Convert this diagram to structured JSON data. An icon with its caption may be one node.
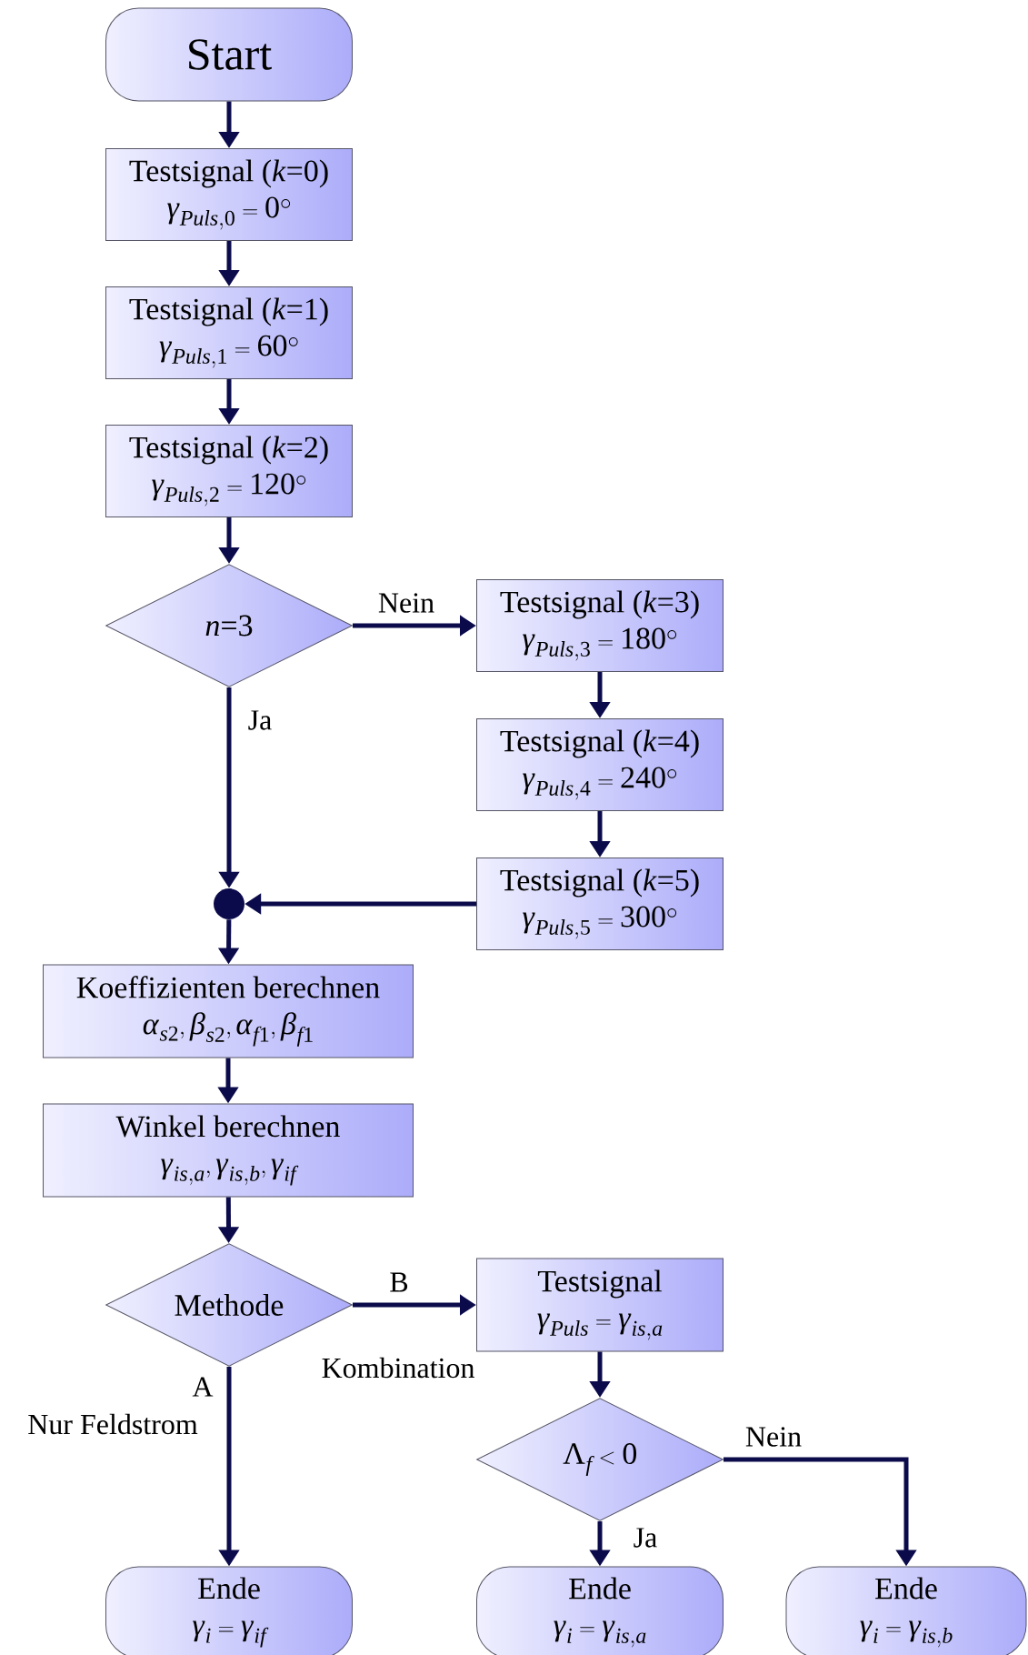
{
  "diagram": {
    "nodes": [
      {
        "text": [
          "Start"
        ]
      },
      {
        "text": [
          "Testsignal (*k*=0)",
          "\\gamma_{Puls,0}=0^{\\circ}"
        ]
      },
      {
        "text": [
          "Testsignal (*k*=1)",
          "\\gamma_{Puls,1}=60^{\\circ}"
        ]
      },
      {
        "text": [
          "Testsignal (*k*=2)",
          "\\gamma_{Puls,2}=120^{\\circ}"
        ]
      },
      {
        "text": [
          "*n*=3"
        ]
      },
      {
        "text": [
          "Testsignal (*k*=3)",
          "\\gamma_{Puls,3}=180^{\\circ}"
        ]
      },
      {
        "text": [
          "Testsignal (*k*=4)",
          "\\gamma_{Puls,4}=240^{\\circ}"
        ]
      },
      {
        "text": [
          "Testsignal (*k*=5)",
          "\\gamma_{Puls,5}=300^{\\circ}"
        ]
      },
      {
        "text": [],
        "shape": "circle"
      },
      {
        "text": [
          "Koeffizienten berechnen",
          "\\alpha_{s2}, \\beta_{s2}, \\alpha_{f1}, \\beta_{f1}"
        ]
      },
      {
        "text": [
          "Winkel berechnen",
          "\\gamma_{is,a}, \\gamma_{is,b}, \\gamma_{if}"
        ]
      },
      {
        "text": [
          "Methode"
        ]
      },
      {
        "text": [
          "Testsignal",
          "\\gamma_{Puls}=\\gamma_{is,a}"
        ]
      },
      {
        "text": [
          "\\Lambda_{f}<0"
        ]
      },
      {
        "text": [
          "Ende",
          "\\gamma_{i}=\\gamma_{if}"
        ]
      },
      {
        "text": [
          "Ende",
          "\\gamma_{i}=\\gamma_{is,a}"
        ]
      },
      {
        "text": [
          "Ende",
          "\\gamma_{i}=\\gamma_{is,b}"
        ]
      }
    ],
    "edges": [
      {
        "from": 0,
        "to": 1,
        "arrow": "to"
      },
      {
        "from": 1,
        "to": 2,
        "arrow": "to"
      },
      {
        "from": 2,
        "to": 3,
        "arrow": "to"
      },
      {
        "from": 3,
        "to": 4,
        "arrow": "to"
      },
      {
        "from": 4,
        "to": 5,
        "arrow": "to",
        "label": "Nein"
      },
      {
        "from": 4,
        "to": 8,
        "arrow": "to",
        "label": "Ja"
      },
      {
        "from": 5,
        "to": 6,
        "arrow": "to"
      },
      {
        "from": 6,
        "to": 7,
        "arrow": "to"
      },
      {
        "from": 7,
        "to": 8,
        "arrow": "to"
      },
      {
        "from": 8,
        "to": 9,
        "arrow": "to"
      },
      {
        "from": 9,
        "to": 10,
        "arrow": "to"
      },
      {
        "from": 10,
        "to": 11,
        "arrow": "to"
      },
      {
        "from": 11,
        "to": 12,
        "arrow": "to",
        "label": "B"
      },
      {
        "from": 11,
        "to": 14,
        "arrow": "to",
        "label": "A"
      },
      {
        "from": 12,
        "to": 13,
        "arrow": "to"
      },
      {
        "from": 13,
        "to": 15,
        "arrow": "to",
        "label": "Ja"
      },
      {
        "from": 13,
        "to": 16,
        "arrow": "to",
        "label": "Nein"
      }
    ],
    "labels": [
      "Nur Feldstrom",
      "Kombination"
    ]
  }
}
